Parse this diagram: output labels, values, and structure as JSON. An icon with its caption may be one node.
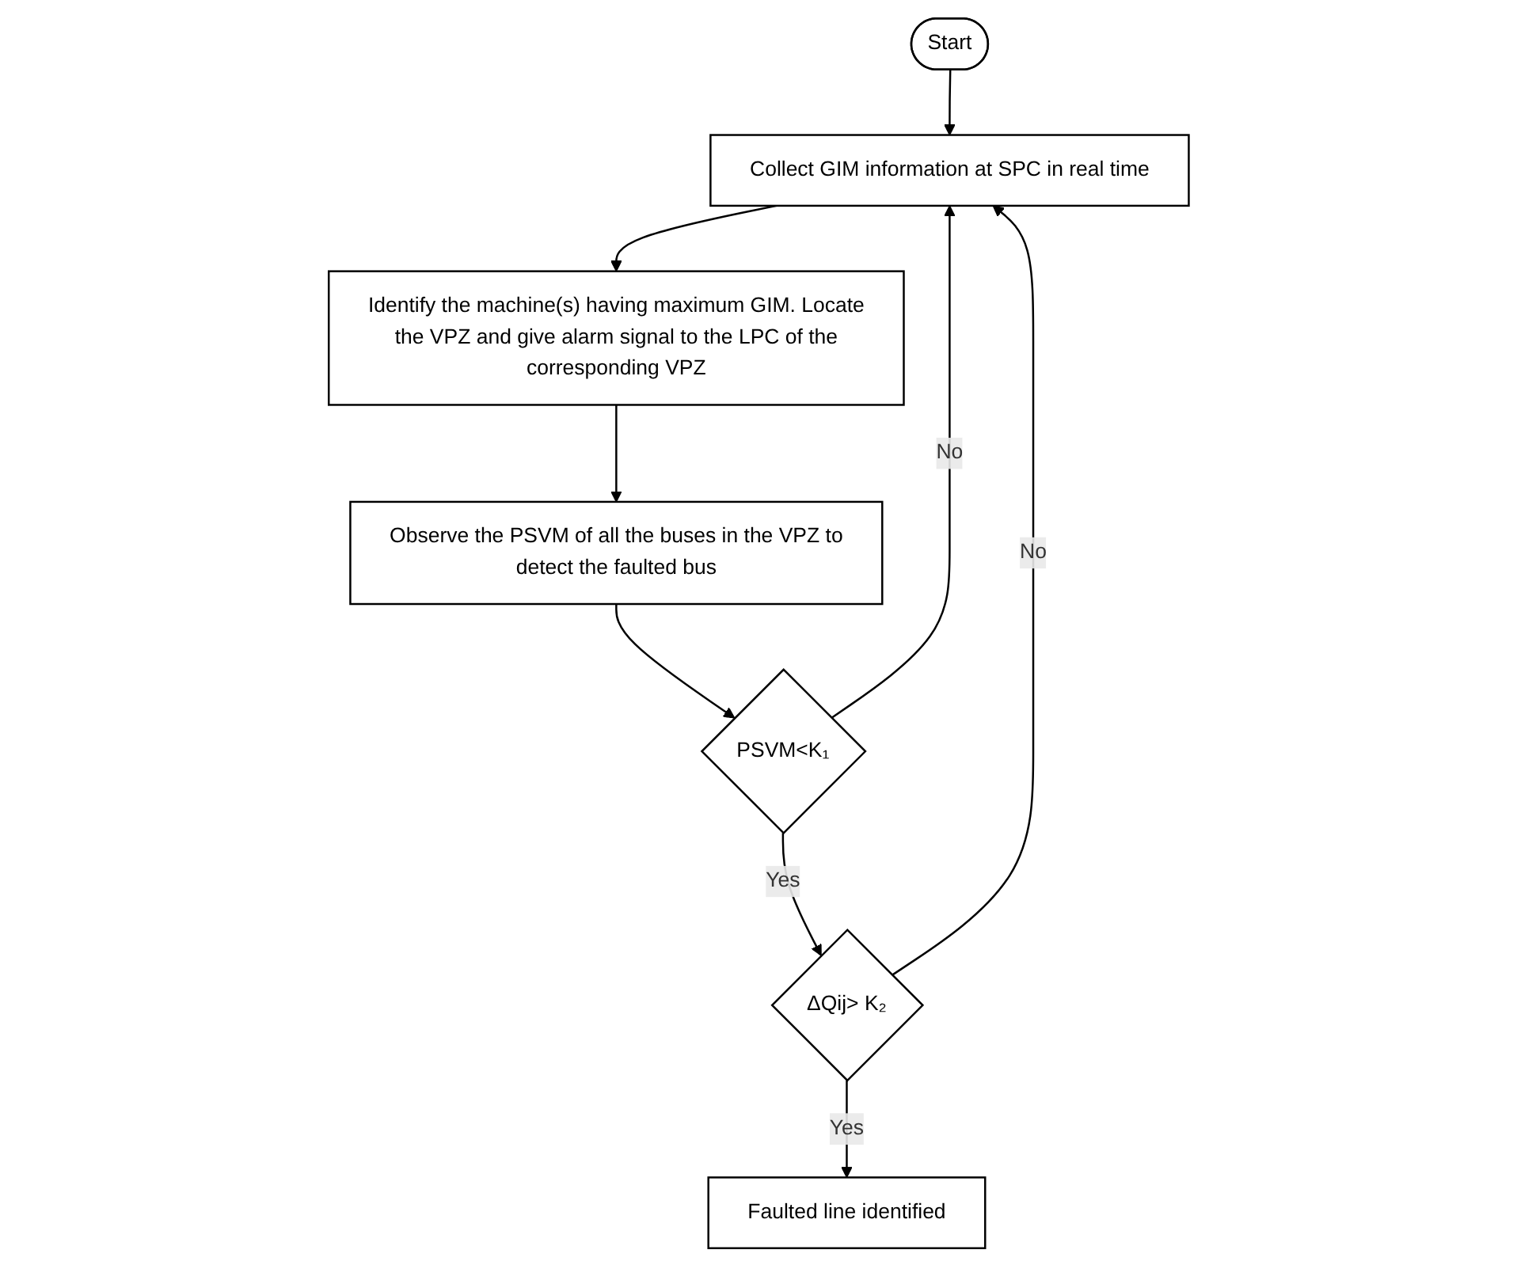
{
  "diagram": {
    "nodes": [
      {
        "text": [
          "Start"
        ]
      },
      {
        "text": [
          "Collect GIM information at SPC in real time"
        ]
      },
      {
        "text": [
          "Identify the machine(s) having maximum GIM. Locate the VPZ and give alarm signal to the LPC of the corresponding VPZ"
        ]
      },
      {
        "text": [
          "Observe the PSVM of all the buses in the VPZ to detect the faulted bus"
        ]
      },
      {
        "text": [
          "PSVM<K₁"
        ]
      },
      {
        "text": [
          "ΔQij> K₂"
        ]
      },
      {
        "text": [
          "Faulted line identified"
        ]
      }
    ],
    "edges": [
      {
        "from": 0,
        "to": 1,
        "arrow": "to"
      },
      {
        "from": 1,
        "to": 2,
        "arrow": "to"
      },
      {
        "from": 2,
        "to": 3,
        "arrow": "to"
      },
      {
        "from": 3,
        "to": 4,
        "arrow": "to"
      },
      {
        "from": 4,
        "to": 1,
        "arrow": "to",
        "label": "No"
      },
      {
        "from": 4,
        "to": 5,
        "arrow": "to",
        "label": "Yes"
      },
      {
        "from": 5,
        "to": 1,
        "arrow": "to",
        "label": "No"
      },
      {
        "from": 5,
        "to": 6,
        "arrow": "to",
        "label": "Yes"
      }
    ]
  }
}
